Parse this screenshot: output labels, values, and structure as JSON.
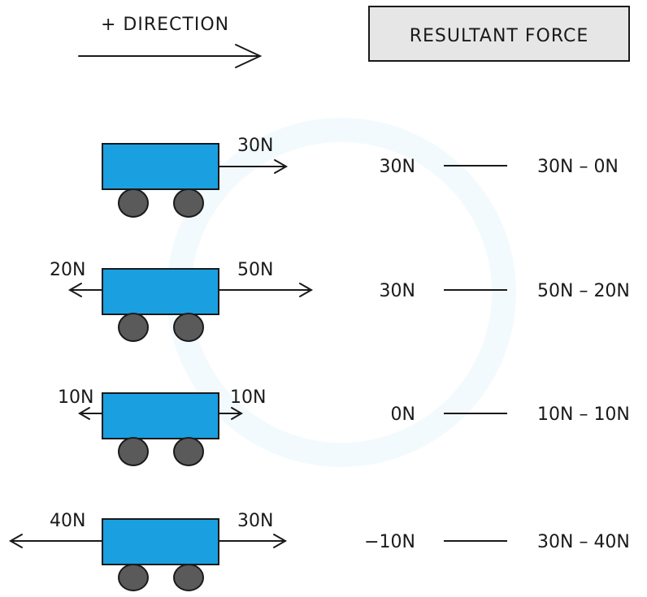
{
  "direction": {
    "label": "+ DIRECTION"
  },
  "header": {
    "label": "RESULTANT FORCE"
  },
  "rows": [
    {
      "left_force": "",
      "right_force": "30N",
      "resultant": "30N",
      "equation": "30N – 0N"
    },
    {
      "left_force": "20N",
      "right_force": "50N",
      "resultant": "30N",
      "equation": "50N – 20N"
    },
    {
      "left_force": "10N",
      "right_force": "10N",
      "resultant": "0N",
      "equation": "10N – 10N"
    },
    {
      "left_force": "40N",
      "right_force": "30N",
      "resultant": "−10N",
      "equation": "30N – 40N"
    }
  ],
  "colors": {
    "cart_body": "#1a9fe0",
    "wheel": "#5a5a5a",
    "header_bg": "#e6e6e6",
    "ink": "#1a1a1a"
  }
}
